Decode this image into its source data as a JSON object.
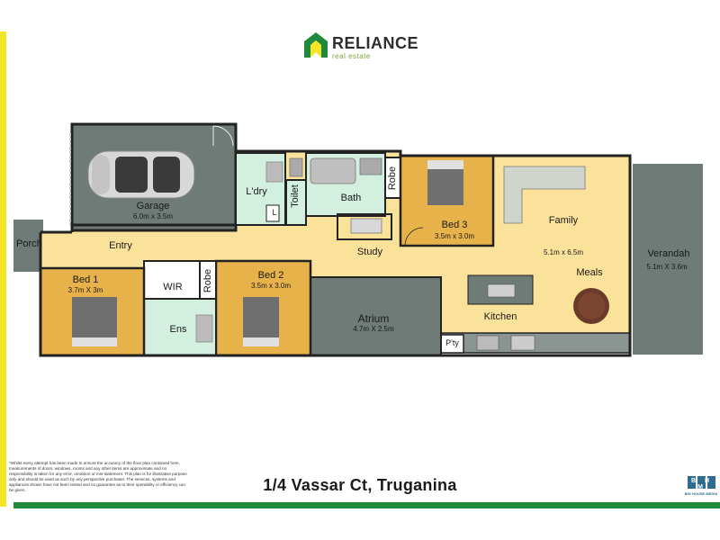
{
  "brand": {
    "name": "RELIANCE",
    "tagline": "real estate",
    "colors": {
      "green": "#1f8a3c",
      "yellow": "#f4e526",
      "accent_green": "#7aa83c"
    }
  },
  "property": {
    "address": "1/4 Vassar Ct, Truganina"
  },
  "rooms": {
    "garage": {
      "name": "Garage",
      "dim": "6.0m x 3.5m"
    },
    "laundry": {
      "name": "L'dry"
    },
    "toilet": {
      "name": "Toilet"
    },
    "linen": {
      "name": "L"
    },
    "bath": {
      "name": "Bath"
    },
    "robe_top": {
      "name": "Robe"
    },
    "bed3": {
      "name": "Bed 3",
      "dim": "3.5m x 3.0m"
    },
    "family": {
      "name": "Family",
      "dim": "5.1m x 6.5m"
    },
    "meals": {
      "name": "Meals"
    },
    "verandah": {
      "name": "Verandah",
      "dim": "5.1m X 3.6m"
    },
    "porch": {
      "name": "Porch"
    },
    "entry": {
      "name": "Entry"
    },
    "study": {
      "name": "Study"
    },
    "bed1": {
      "name": "Bed 1",
      "dim": "3.7m X 3m"
    },
    "wir": {
      "name": "WIR"
    },
    "robe_bed2": {
      "name": "Robe"
    },
    "ens": {
      "name": "Ens"
    },
    "bed2": {
      "name": "Bed 2",
      "dim": "3.5m x 3.0m"
    },
    "atrium": {
      "name": "Atrium",
      "dim": "4.7m X 2.5m"
    },
    "kitchen": {
      "name": "Kitchen"
    },
    "pantry": {
      "name": "P'ty"
    }
  },
  "disclaimer": "*Whilst every attempt has been made to ensure the accuracy of the floor plan contained here, measurements of doors, windows, rooms and any other items are approximate and no responsibility is taken for any error, omission or mis-statement. This plan is for illustrative purpose only and should be used as such by any perspective purchaser. The services, systems and appliances shown have not been tested and no guarantee as to their operability or efficiency can be given.",
  "credit": {
    "logo_letters": "B H M",
    "name": "BIG HOUSE MEDIA"
  }
}
